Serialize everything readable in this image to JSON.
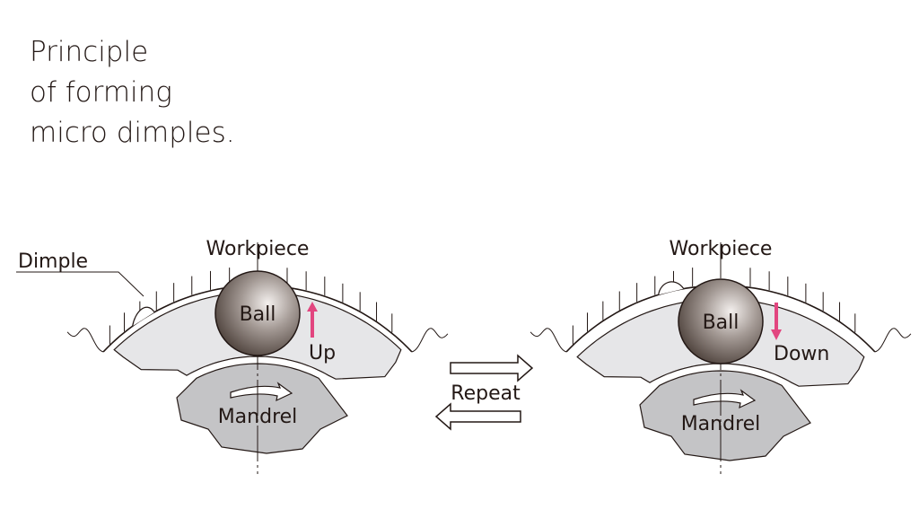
{
  "title_lines": [
    "Principle",
    "of forming",
    "micro dimples."
  ],
  "left_diagram": {
    "dimple_label": "Dimple",
    "workpiece_label": "Workpiece",
    "ball_label": "Ball",
    "motion_label": "Up",
    "mandrel_label": "Mandrel"
  },
  "right_diagram": {
    "workpiece_label": "Workpiece",
    "ball_label": "Ball",
    "motion_label": "Down",
    "mandrel_label": "Mandrel"
  },
  "repeat_label": "Repeat",
  "colors": {
    "arrow_pink": "#e2457f",
    "band_fill": "#e6e6e8",
    "mandrel_fill": "#c4c4c6",
    "ink": "#231815"
  }
}
